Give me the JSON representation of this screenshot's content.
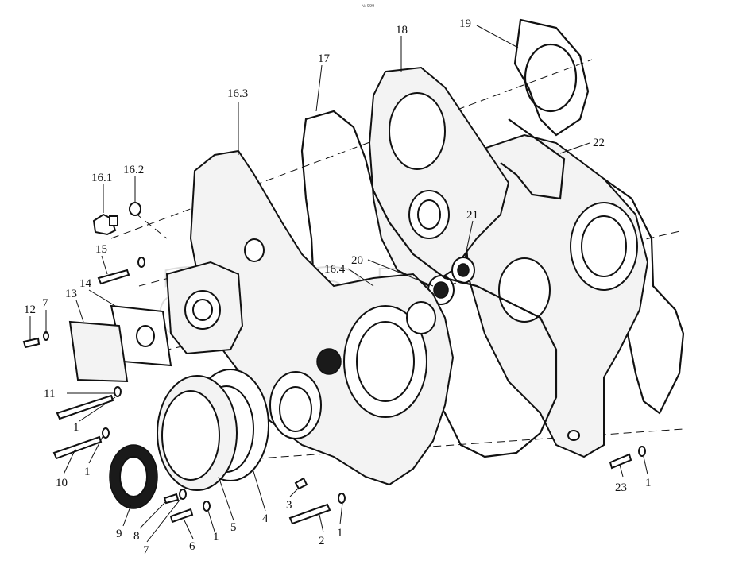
{
  "header": {
    "corner_mark": "№ 999"
  },
  "watermark": {
    "text": "ataz"
  },
  "callouts": {
    "c1a": "1",
    "c1b": "1",
    "c1c": "1",
    "c1d": "1",
    "c1e": "1",
    "c2": "2",
    "c3": "3",
    "c4": "4",
    "c5": "5",
    "c6": "6",
    "c7a": "7",
    "c7b": "7",
    "c8": "8",
    "c9": "9",
    "c10": "10",
    "c11": "11",
    "c12": "12",
    "c13": "13",
    "c14": "14",
    "c15": "15",
    "c16_1": "16.1",
    "c16_2": "16.2",
    "c16_3": "16.3",
    "c16_4": "16.4",
    "c17": "17",
    "c18": "18",
    "c19": "19",
    "c20": "20",
    "c21": "21",
    "c22": "22",
    "c23": "23"
  }
}
